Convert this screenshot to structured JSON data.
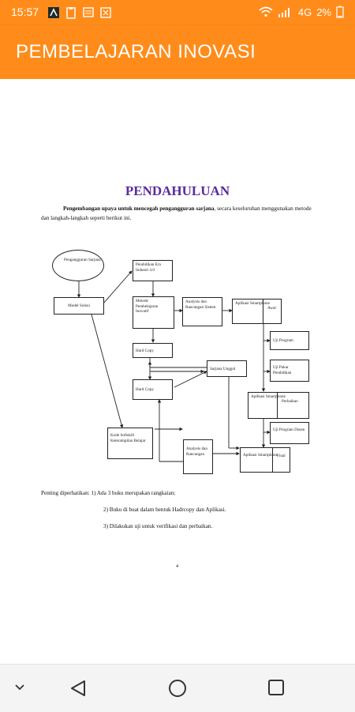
{
  "status_bar": {
    "time": "15:57",
    "network": "4G",
    "battery": "2%",
    "icons": [
      "app-icon-1",
      "clipboard-icon",
      "message-icon",
      "grid-icon",
      "wifi-icon",
      "signal-icon",
      "battery-icon"
    ]
  },
  "app_bar": {
    "title": "PEMBELAJARAN INOVASI",
    "color": "#ff8c1a"
  },
  "document": {
    "title": "PENDAHULUAN",
    "intro_bold": "Pengembangan upaya untuk mencegah pengangguran sarjana",
    "intro_rest": ", secara keseluruhan menggunakan metode dan langkah-langkah seperti berikut ini.",
    "diagram": {
      "nodes": {
        "pengangguran": "Pengangguran Sarjana",
        "model_solusi": "Model Solusi",
        "pendidikan": "Pendidikan Era Industri 4.0",
        "metode": "Metode Pembelajaran Inovatif",
        "analysis1": "Analysis dan Rancangan Sistem",
        "aplikasi_awal": "Aplikasi Smartphone",
        "aplikasi_awal_tag": "Awal",
        "uji_program": "Uji Program",
        "hard_copy1": "Hard Copy",
        "sarjana_unggul": "Sarjana Unggul",
        "uji_pakar": "Uji Pakar Pendidikan",
        "hard_copy2": "Hard Copy",
        "aplikasi_perbaikan": "Aplikasi Smartphone",
        "aplikasi_perbaikan_tag": "Perbaikan",
        "uji_dosen": "Uji Program Dosen",
        "kode_softskill": "Kode Softskill Keterampilan Belajar",
        "analysis2": "Analysis dan Rancangan",
        "aplikasi_final": "Aplikasi Smartphone",
        "aplikasi_final_tag": "Final"
      }
    },
    "notes_label": "Penting diperhatikan:",
    "notes": [
      "1) Ada 3 buku merupakan rangkaian;",
      "2) Buku di buat dalam bentuk Hadrcopy dan Aplikasi.",
      "3) Dilakukan uji untuk verifikasi dan perbaikan."
    ],
    "page_number": "4"
  }
}
